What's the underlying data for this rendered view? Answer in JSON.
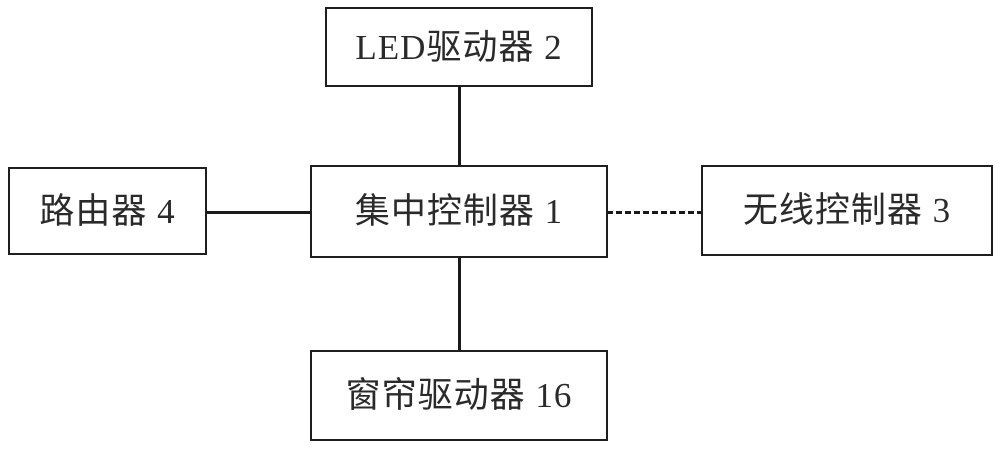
{
  "diagram": {
    "type": "block-diagram",
    "background_color": "#ffffff",
    "line_color": "#1a1a1a",
    "box_border_color": "#1f1f1f",
    "nodes": [
      {
        "id": "led-driver",
        "label": "LED驱动器",
        "reference_number": "2",
        "full_text": "LED驱动器 2"
      },
      {
        "id": "router",
        "label": "路由器",
        "reference_number": "4",
        "full_text": "路由器 4"
      },
      {
        "id": "central-controller",
        "label": "集中控制器",
        "reference_number": "1",
        "full_text": "集中控制器 1"
      },
      {
        "id": "wireless-controller",
        "label": "无线控制器",
        "reference_number": "3",
        "full_text": "无线控制器 3"
      },
      {
        "id": "curtain-driver",
        "label": "窗帘驱动器",
        "reference_number": "16",
        "full_text": "窗帘驱动器 16"
      }
    ],
    "connectors": [
      {
        "id": "led-to-central",
        "from": "led-driver",
        "to": "central-controller",
        "style": "solid",
        "orientation": "vertical"
      },
      {
        "id": "router-to-central",
        "from": "router",
        "to": "central-controller",
        "style": "solid",
        "orientation": "horizontal"
      },
      {
        "id": "central-to-wireless",
        "from": "central-controller",
        "to": "wireless-controller",
        "style": "dashed",
        "orientation": "horizontal"
      },
      {
        "id": "central-to-curtain",
        "from": "central-controller",
        "to": "curtain-driver",
        "style": "solid",
        "orientation": "vertical"
      }
    ]
  }
}
